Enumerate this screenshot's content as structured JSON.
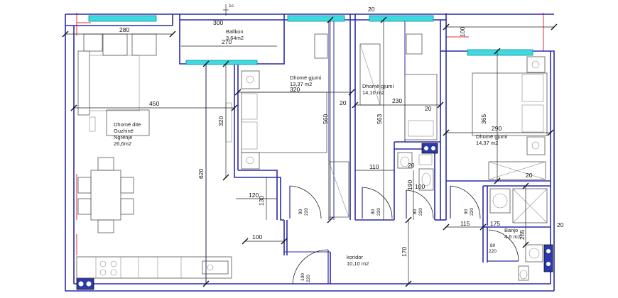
{
  "rooms": {
    "living": {
      "name": "Dhomë dite",
      "sub1": "Guzhinë",
      "sub2": "Ngrënje",
      "area": "26,6m2"
    },
    "balcony": {
      "name": "Ballkon",
      "area": "3,64m2"
    },
    "bed1": {
      "name": "Dhomë gjumi",
      "area": "13,37 m2"
    },
    "bed2": {
      "name": "Dhomë gjumi",
      "area": "14,10 m2"
    },
    "bed3": {
      "name": "Dhomë gjumi",
      "area": "14,37 m2"
    },
    "bath": {
      "name": "Banjo",
      "area": "4,6 m2"
    },
    "corridor": {
      "name": "koridor",
      "area": "10,10 m2"
    }
  },
  "dims": {
    "d280": "280",
    "d270": "270",
    "d450": "450",
    "d320a": "320",
    "d320v": "320",
    "d560": "560",
    "d620": "620",
    "d563": "563",
    "d230": "230",
    "d300": "300",
    "d290": "290",
    "d365": "365",
    "d100a": "100",
    "d100b": "100",
    "d100c": "100",
    "d20a": "20",
    "d20b": "20",
    "d20c": "20",
    "d20d": "20",
    "d20e": "20",
    "d20f": "20",
    "d110": "110",
    "d120": "120",
    "d130": "130",
    "d190": "190",
    "d115": "115",
    "d175": "175",
    "d265": "265",
    "d170": "170"
  },
  "doors": {
    "d1a": "90",
    "d1b": "220",
    "d2a": "80",
    "d2b": "220",
    "d3a": "80",
    "d3b": "220",
    "d4a": "90",
    "d4b": "220",
    "d5a": "80",
    "d5b": "220",
    "d6a": "100",
    "d6b": "220"
  },
  "section_marker": "1c"
}
